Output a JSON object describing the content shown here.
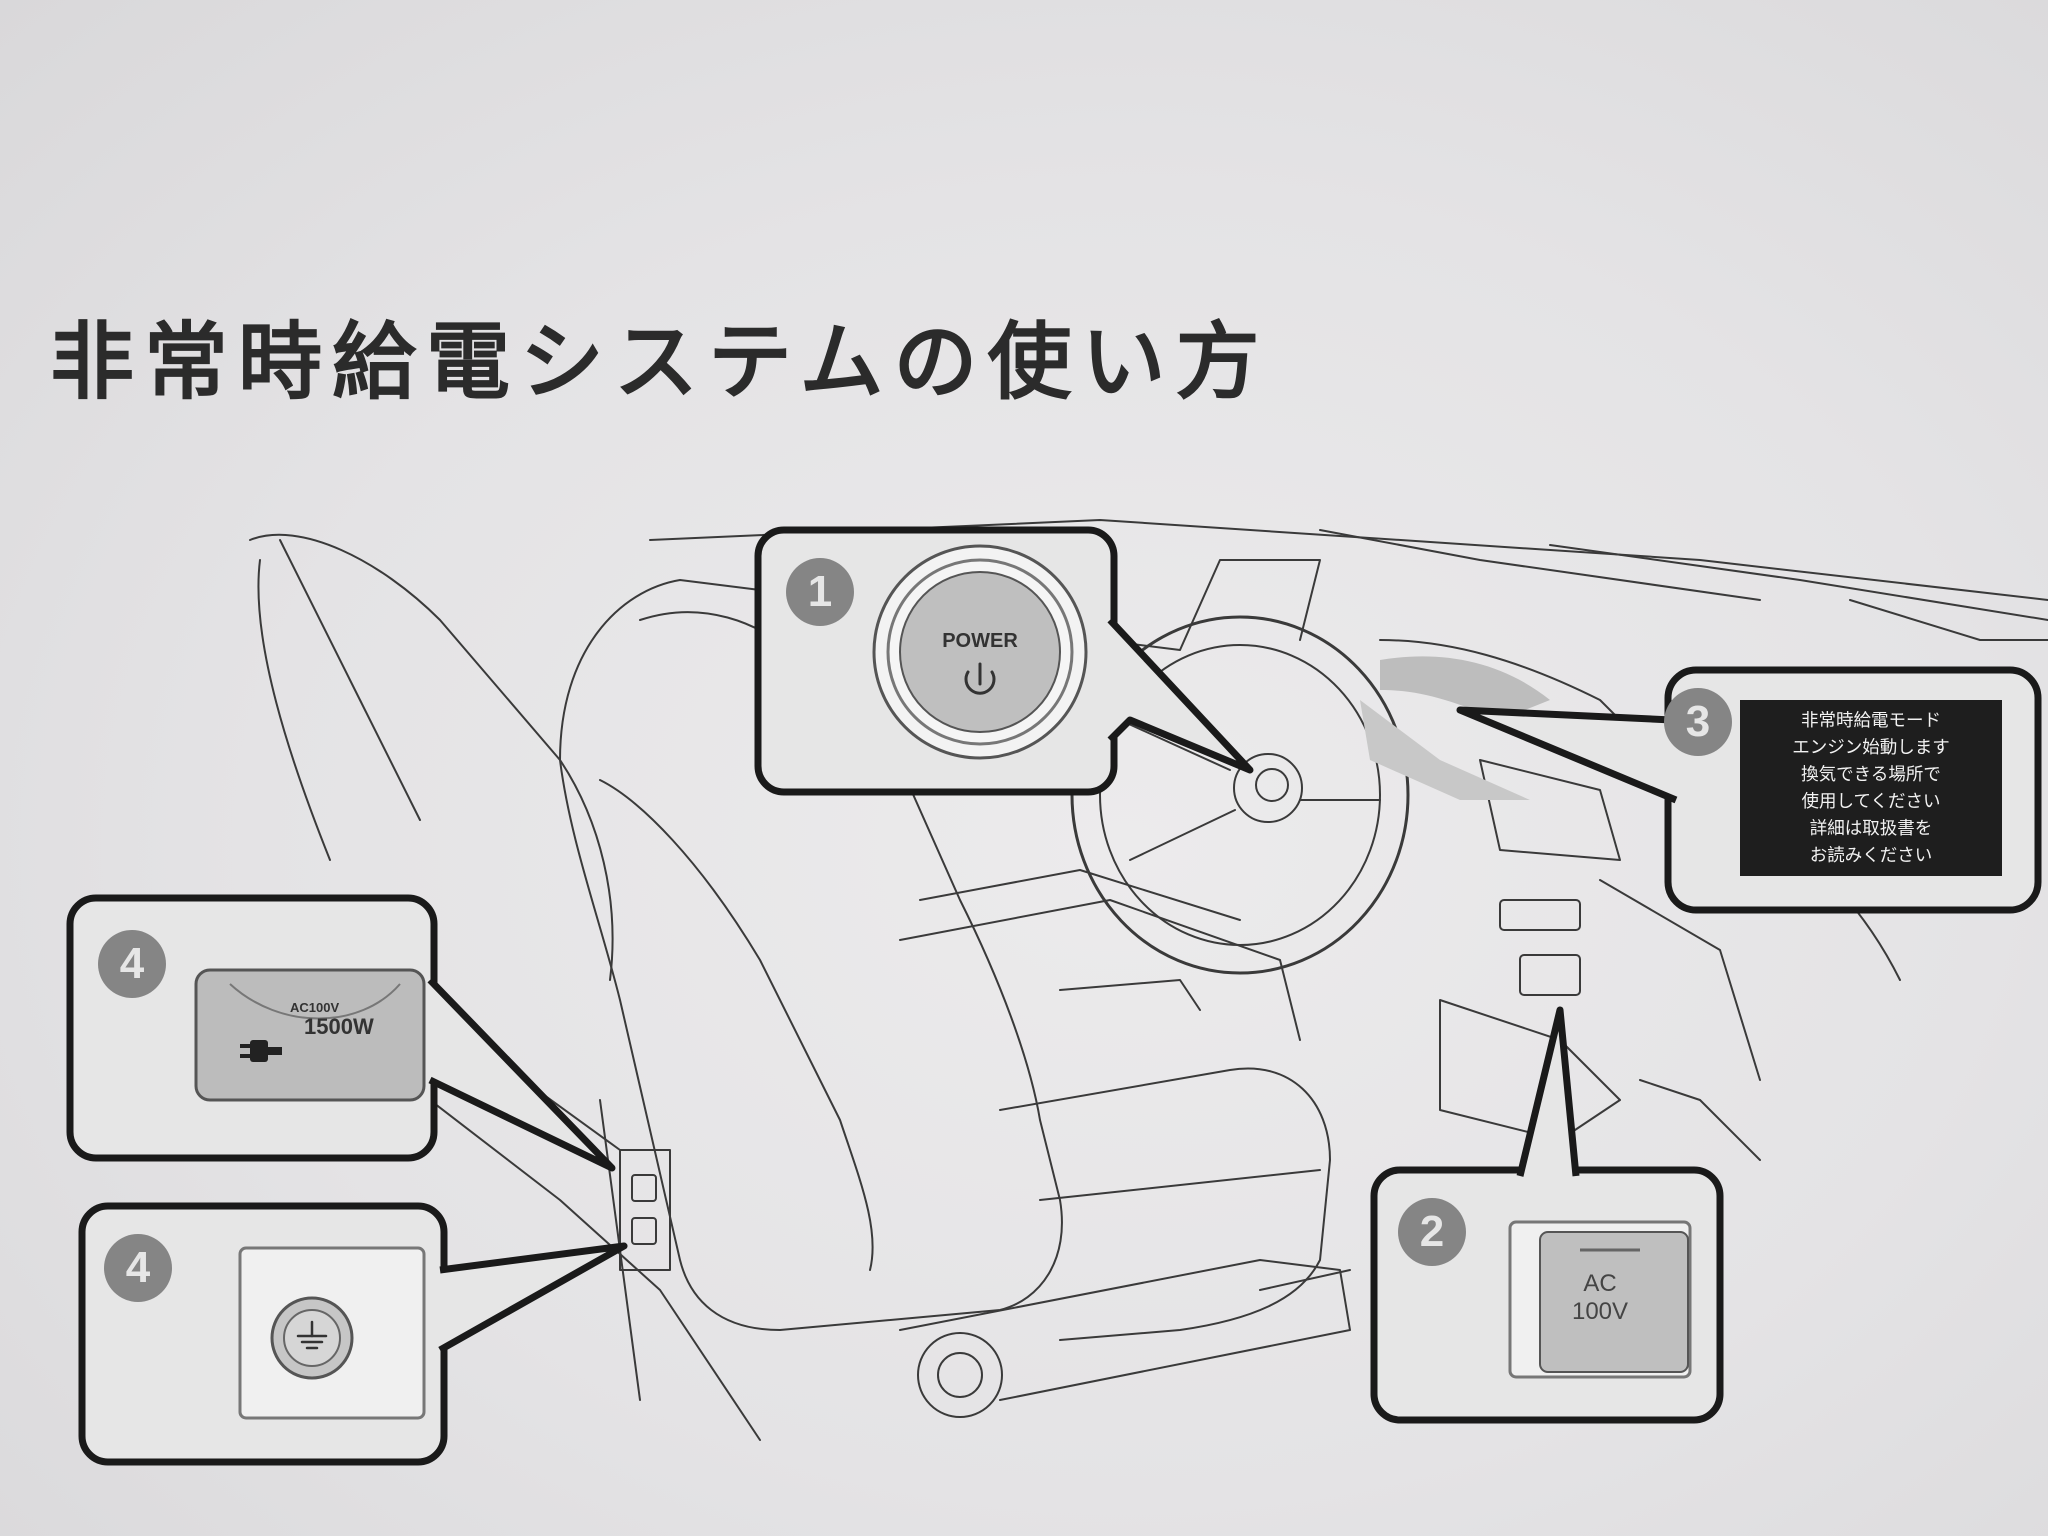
{
  "page": {
    "title": "非常時給電システムの使い方"
  },
  "callouts": [
    {
      "number": "1",
      "label": "POWER",
      "icon": "power-icon"
    },
    {
      "number": "2",
      "line1": "AC",
      "line2": "100V"
    },
    {
      "number": "3",
      "notice_lines": [
        "非常時給電モード",
        "エンジン始動します",
        "換気できる場所で",
        "使用してください",
        "詳細は取扱書を",
        "お読みください"
      ]
    },
    {
      "number": "4",
      "line1": "AC100V",
      "line2": "1500W",
      "icon": "plug-icon"
    },
    {
      "number": "4",
      "icon": "ground-icon"
    }
  ],
  "colors": {
    "badge": "#858585",
    "outline": "#1a1a1a",
    "notice_bg": "#1e1e1e"
  }
}
